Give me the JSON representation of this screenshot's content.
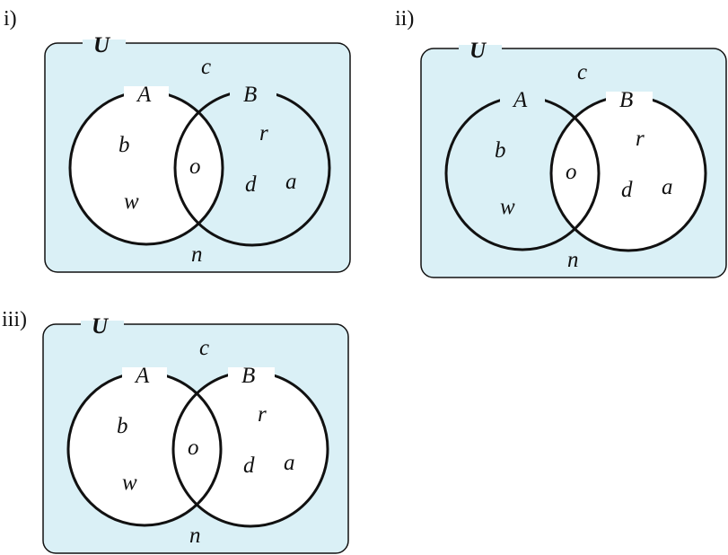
{
  "colors": {
    "background": "#daf0f6",
    "shaded": "#ffffff",
    "stroke": "#111111"
  },
  "diagrams": [
    {
      "label": "i)",
      "universe": "U",
      "set_a": "A",
      "set_b": "B",
      "white_region": [
        "A"
      ],
      "elements": {
        "outside_top": "c",
        "outside_bottom": "n",
        "a_only": [
          "b",
          "w"
        ],
        "intersection": "o",
        "b_only": [
          "r",
          "d",
          "a"
        ]
      }
    },
    {
      "label": "ii)",
      "universe": "U",
      "set_a": "A",
      "set_b": "B",
      "white_region": [
        "B"
      ],
      "elements": {
        "outside_top": "c",
        "outside_bottom": "n",
        "a_only": [
          "b",
          "w"
        ],
        "intersection": "o",
        "b_only": [
          "r",
          "d",
          "a"
        ]
      }
    },
    {
      "label": "iii)",
      "universe": "U",
      "set_a": "A",
      "set_b": "B",
      "white_region": [
        "A",
        "B"
      ],
      "elements": {
        "outside_top": "c",
        "outside_bottom": "n",
        "a_only": [
          "b",
          "w"
        ],
        "intersection": "o",
        "b_only": [
          "r",
          "d",
          "a"
        ]
      }
    }
  ]
}
